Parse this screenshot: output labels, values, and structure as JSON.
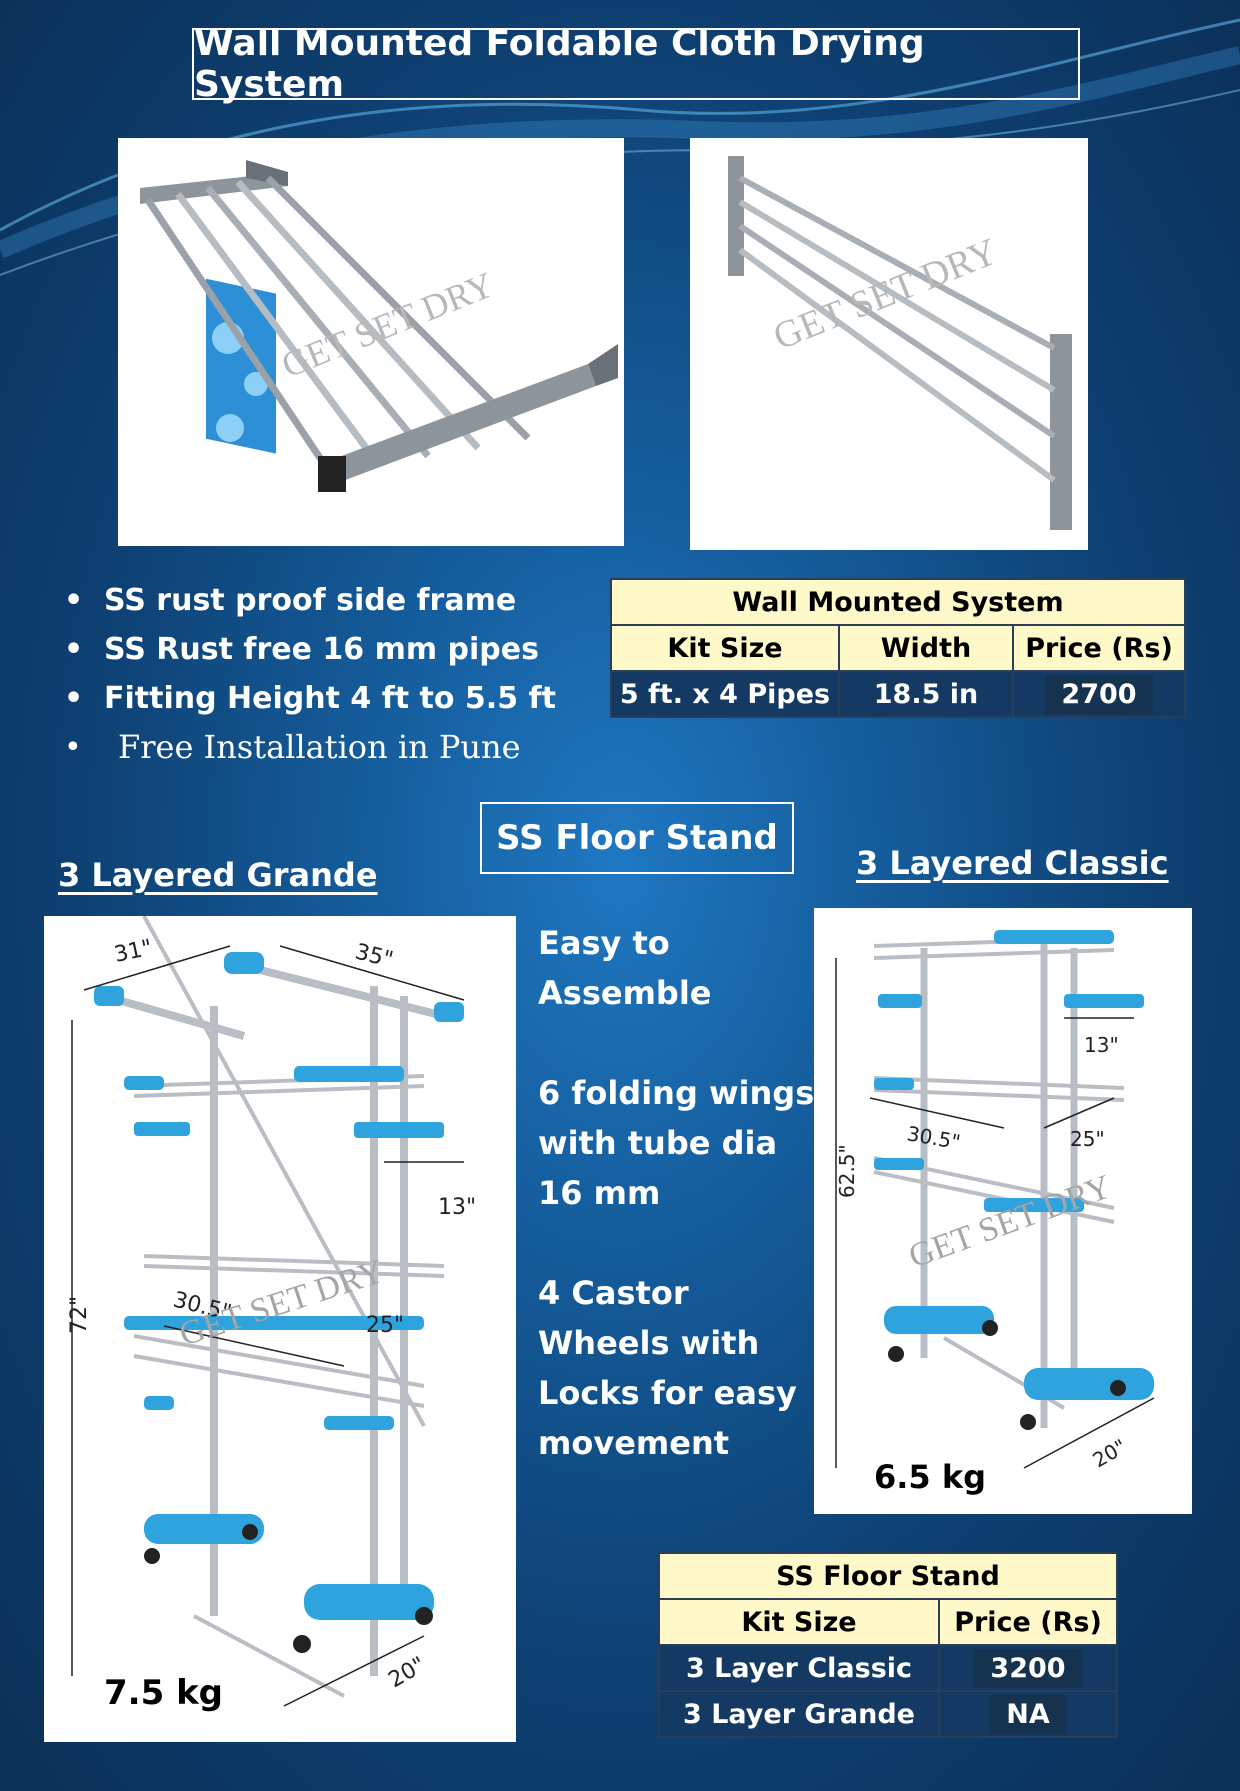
{
  "title": "Wall Mounted Foldable Cloth Drying System",
  "watermark": "GET SET DRY",
  "wall_features": [
    "SS rust proof side frame",
    "SS Rust free 16 mm pipes",
    "Fitting Height 4 ft to 5.5 ft",
    "Free Installation in Pune"
  ],
  "wall_table": {
    "title": "Wall Mounted System",
    "headers": [
      "Kit Size",
      "Width",
      "Price (Rs)"
    ],
    "row": [
      "5 ft. x 4 Pipes",
      "18.5 in",
      "2700"
    ]
  },
  "floor_section_title": "SS Floor Stand",
  "grande": {
    "label": "3 Layered Grande",
    "dims": [
      "31\"",
      "35\"",
      "13\"",
      "72\"",
      "30.5\"",
      "25\"",
      "20\""
    ],
    "weight": "7.5 kg"
  },
  "classic": {
    "label": "3 Layered Classic",
    "dims": [
      "13\"",
      "62.5\"",
      "30.5\"",
      "25\"",
      "20\""
    ],
    "weight": "6.5 kg"
  },
  "floor_features": [
    "Easy to\nAssemble",
    "6 folding wings\nwith tube dia\n16 mm",
    "4 Castor\nWheels with\nLocks for easy\nmovement"
  ],
  "floor_table": {
    "title": "SS Floor Stand",
    "headers": [
      "Kit Size",
      "Price (Rs)"
    ],
    "rows": [
      [
        "3 Layer Classic",
        "3200"
      ],
      [
        "3 Layer Grande",
        "NA"
      ]
    ]
  },
  "colors": {
    "background_dark": "#0b2f56",
    "background_light": "#1f78c2",
    "table_header": "#fff8c8",
    "table_dark_cell": "#143a63",
    "stand_blue": "#2ea3dd",
    "steel": "#b9bec4"
  }
}
